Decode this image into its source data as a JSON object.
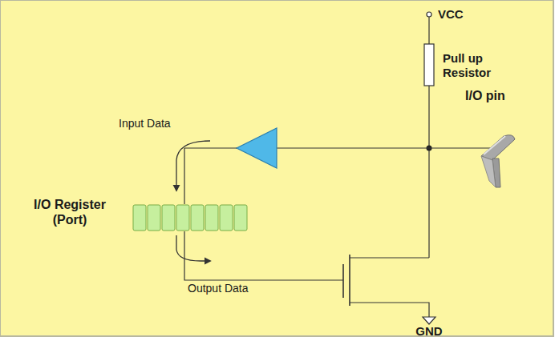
{
  "diagram": {
    "labels": [
      "VCC",
      "Pull up Resistor",
      "I/O pin",
      "Input Data",
      "I/O Register (Port)",
      "Output Data",
      "GND"
    ]
  }
}
